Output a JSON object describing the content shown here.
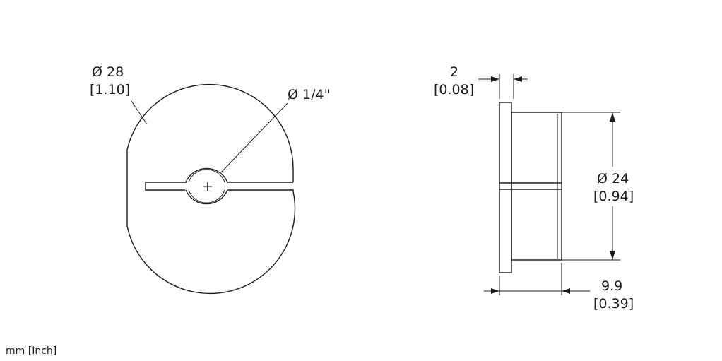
{
  "front_view": {
    "outer_diameter_mm": "Ø 28",
    "outer_diameter_in": "[1.10]",
    "hole_diameter": "Ø 1/4\"",
    "center_mark": "+"
  },
  "side_view": {
    "flange_thickness_mm": "2",
    "flange_thickness_in": "[0.08]",
    "body_diameter_mm": "Ø 24",
    "body_diameter_in": "[0.94]",
    "length_mm": "9.9",
    "length_in": "[0.39]"
  },
  "units_note": "mm [Inch]"
}
